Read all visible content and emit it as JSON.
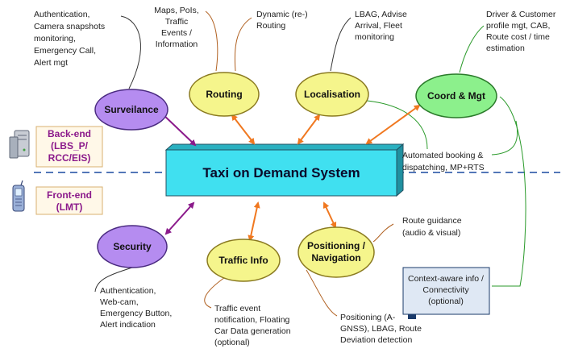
{
  "central": {
    "title": "Taxi on Demand System"
  },
  "backend": {
    "lines": [
      "Back-end",
      "(LBS_P/",
      "RCC/EIS)"
    ]
  },
  "frontend": {
    "lines": [
      "Front-end",
      "(LMT)"
    ]
  },
  "nodes": {
    "surveillance": "Surveilance",
    "routing": "Routing",
    "localisation": "Localisation",
    "coord": "Coord & Mgt",
    "security": "Security",
    "traffic": "Traffic Info",
    "positioning": [
      "Positioning /",
      "Navigation"
    ]
  },
  "notes": {
    "surveillance": [
      "Authentication,",
      "Camera snapshots",
      "monitoring,",
      "Emergency Call,",
      "Alert mgt"
    ],
    "routing_a": [
      "Maps, PoIs,",
      "Traffic",
      "Events /",
      "Information"
    ],
    "routing_b": [
      "Dynamic (re-)",
      "Routing"
    ],
    "localisation": [
      "LBAG, Advise",
      "Arrival, Fleet",
      "monitoring"
    ],
    "coord": [
      "Driver & Customer",
      "profile mgt, CAB,",
      "Route cost / time",
      "estimation"
    ],
    "booking": [
      "Automated booking &",
      "dispatching, MP+RTS"
    ],
    "route_guidance": [
      "Route guidance",
      "(audio & visual)"
    ],
    "security": [
      "Authentication,",
      "Web-cam,",
      "Emergency Button,",
      "Alert indication"
    ],
    "traffic": [
      "Traffic event",
      "notification, Floating",
      "Car Data generation",
      "(optional)"
    ],
    "positioning": [
      "Positioning (A-",
      "GNSS), LBAG, Route",
      "Deviation detection"
    ]
  },
  "context_box": [
    "Context-aware info /",
    "Connectivity",
    "(optional)"
  ],
  "colors": {
    "ellipse_yellow": "#f5f58c",
    "ellipse_purple": "#b58cf0",
    "ellipse_green": "#8cf08c",
    "central_box": "#40e0f0",
    "arrow_orange": "#f07820",
    "arrow_purple": "#8b1a8b",
    "dashed_line": "#1a4aa0"
  }
}
